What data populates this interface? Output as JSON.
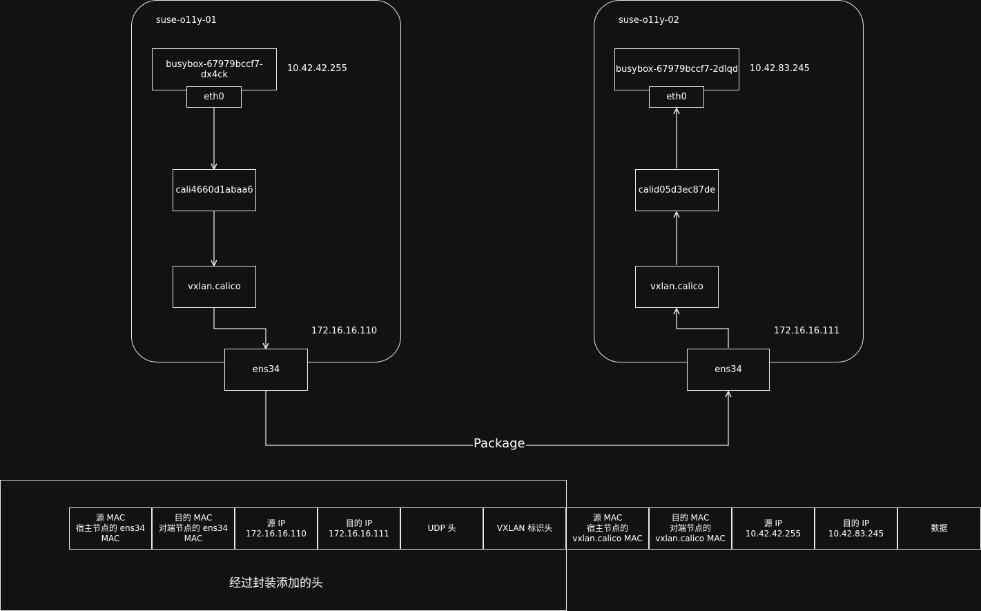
{
  "hosts": [
    {
      "name": "suse-o11y-01",
      "pod": "busybox-67979bccf7-dx4ck",
      "pod_ip": "10.42.42.255",
      "eth": "eth0",
      "cali": "cali4660d1abaa6",
      "vxlan": "vxlan.calico",
      "host_ip": "172.16.16.110",
      "nic": "ens34"
    },
    {
      "name": "suse-o11y-02",
      "pod": "busybox-67979bccf7-2dlqd",
      "pod_ip": "10.42.83.245",
      "eth": "eth0",
      "cali": "calid05d3ec87de",
      "vxlan": "vxlan.calico",
      "host_ip": "172.16.16.111",
      "nic": "ens34"
    }
  ],
  "link_label": "Package",
  "packet_headers": [
    {
      "lines": [
        "源 MAC",
        "宿主节点的 ens34",
        "MAC"
      ]
    },
    {
      "lines": [
        "目的 MAC",
        "对端节点的 ens34",
        "MAC"
      ]
    },
    {
      "lines": [
        "源 IP",
        "172.16.16.110"
      ]
    },
    {
      "lines": [
        "目的 IP",
        "172.16.16.111"
      ]
    },
    {
      "lines": [
        "UDP 头"
      ]
    },
    {
      "lines": [
        "VXLAN 标识头"
      ]
    },
    {
      "lines": [
        "源 MAC",
        "宿主节点的",
        "vxlan.calico MAC"
      ]
    },
    {
      "lines": [
        "目的 MAC",
        "对端节点的",
        "vxlan.calico MAC"
      ]
    },
    {
      "lines": [
        "源 IP",
        "10.42.42.255"
      ]
    },
    {
      "lines": [
        "目的 IP",
        "10.42.83.245"
      ]
    },
    {
      "lines": [
        "数据"
      ]
    }
  ],
  "encap_caption": "经过封装添加的头"
}
